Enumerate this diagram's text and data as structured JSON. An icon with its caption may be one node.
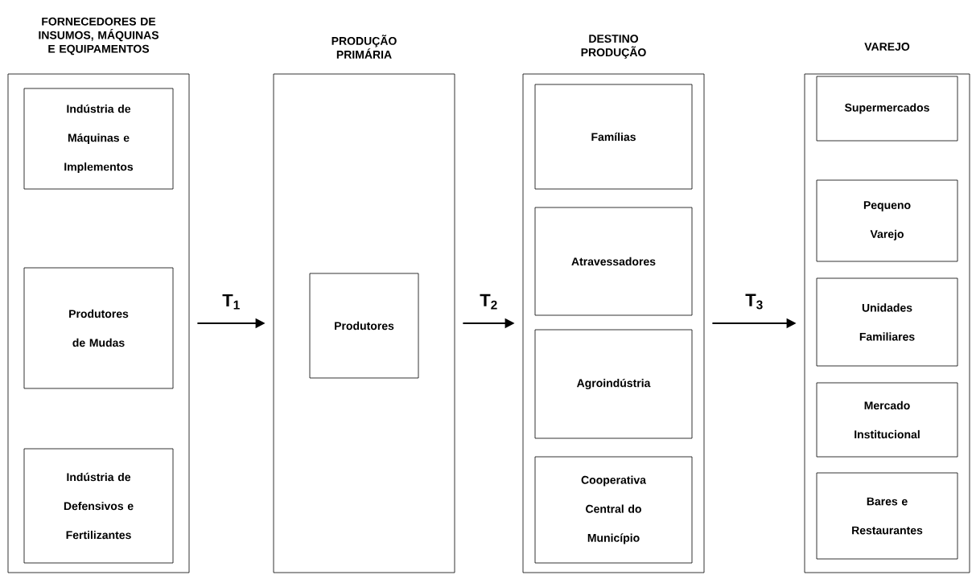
{
  "diagram": {
    "nodes": [
      {
        "text": [
          "FORNECEDORES DE INSUMOS, MÁQUINAS E EQUIPAMENTOS"
        ]
      },
      {
        "text": [
          "Indústria de Máquinas e Implementos"
        ],
        "in": 0
      },
      {
        "text": [
          "Produtores de Mudas"
        ],
        "in": 0
      },
      {
        "text": [
          "Indústria de Defensivos e Fertilizantes"
        ],
        "in": 0
      },
      {
        "text": [
          "PRODUÇÃO PRIMÁRIA"
        ]
      },
      {
        "text": [
          "Produtores"
        ],
        "in": 4
      },
      {
        "text": [
          "DESTINO PRODUÇÃO"
        ]
      },
      {
        "text": [
          "Famílias"
        ],
        "in": 6
      },
      {
        "text": [
          "Atravessadores"
        ],
        "in": 6
      },
      {
        "text": [
          "Agroindústria"
        ],
        "in": 6
      },
      {
        "text": [
          "Cooperativa Central do Município"
        ],
        "in": 6
      },
      {
        "text": [
          "VAREJO"
        ]
      },
      {
        "text": [
          "Supermercados"
        ],
        "in": 11
      },
      {
        "text": [
          "Pequeno Varejo"
        ],
        "in": 11
      },
      {
        "text": [
          "Unidades Familiares"
        ],
        "in": 11
      },
      {
        "text": [
          "Mercado Institucional"
        ],
        "in": 11
      },
      {
        "text": [
          "Bares e Restaurantes"
        ],
        "in": 11
      }
    ],
    "edges": [
      {
        "from": 0,
        "to": 4,
        "arrow": "to",
        "label": "T$_{1}$"
      },
      {
        "from": 4,
        "to": 6,
        "arrow": "to",
        "label": "T$_{2}$"
      },
      {
        "from": 6,
        "to": 11,
        "arrow": "to",
        "label": "T$_{3}$"
      }
    ]
  }
}
